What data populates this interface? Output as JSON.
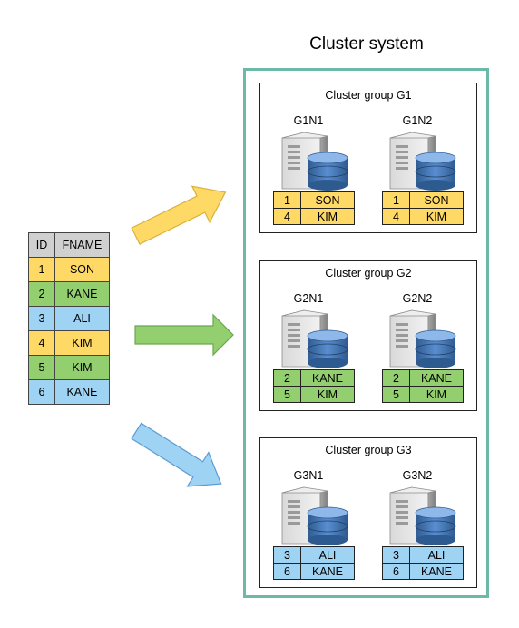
{
  "title": "Cluster system",
  "source_table": {
    "headers": [
      "ID",
      "FNAME"
    ],
    "rows": [
      {
        "id": "1",
        "name": "SON",
        "color": "#ffd966"
      },
      {
        "id": "2",
        "name": "KANE",
        "color": "#93cf6f"
      },
      {
        "id": "3",
        "name": "ALI",
        "color": "#9fd3f3"
      },
      {
        "id": "4",
        "name": "KIM",
        "color": "#ffd966"
      },
      {
        "id": "5",
        "name": "KIM",
        "color": "#93cf6f"
      },
      {
        "id": "6",
        "name": "KANE",
        "color": "#9fd3f3"
      }
    ],
    "header_color": "#d0d0d0"
  },
  "colors": {
    "yellow": "#ffd966",
    "green": "#93cf6f",
    "blue": "#9fd3f3",
    "cluster_border": "#6cb9a8"
  },
  "groups": [
    {
      "title": "Cluster group G1",
      "color": "#ffd966",
      "nodes": [
        {
          "name": "G1N1",
          "rows": [
            {
              "id": "1",
              "name": "SON"
            },
            {
              "id": "4",
              "name": "KIM"
            }
          ]
        },
        {
          "name": "G1N2",
          "rows": [
            {
              "id": "1",
              "name": "SON"
            },
            {
              "id": "4",
              "name": "KIM"
            }
          ]
        }
      ]
    },
    {
      "title": "Cluster group G2",
      "color": "#93cf6f",
      "nodes": [
        {
          "name": "G2N1",
          "rows": [
            {
              "id": "2",
              "name": "KANE"
            },
            {
              "id": "5",
              "name": "KIM"
            }
          ]
        },
        {
          "name": "G2N2",
          "rows": [
            {
              "id": "2",
              "name": "KANE"
            },
            {
              "id": "5",
              "name": "KIM"
            }
          ]
        }
      ]
    },
    {
      "title": "Cluster group G3",
      "color": "#9fd3f3",
      "nodes": [
        {
          "name": "G3N1",
          "rows": [
            {
              "id": "3",
              "name": "ALI"
            },
            {
              "id": "6",
              "name": "KANE"
            }
          ]
        },
        {
          "name": "G3N2",
          "rows": [
            {
              "id": "3",
              "name": "ALI"
            },
            {
              "id": "6",
              "name": "KANE"
            }
          ]
        }
      ]
    }
  ],
  "icons": {
    "node": "server-with-database-icon",
    "arrows": "right-arrow-icon"
  }
}
